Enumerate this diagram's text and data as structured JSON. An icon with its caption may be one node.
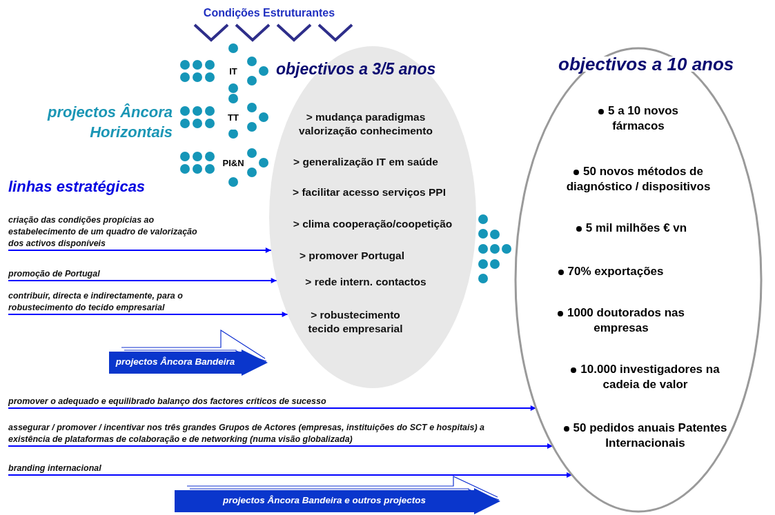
{
  "diagram": {
    "nodes": [
      {
        "text": [
          "IT"
        ]
      },
      {
        "text": [
          "TT"
        ]
      },
      {
        "text": [
          "PI&N"
        ]
      },
      {
        "text": [
          "objectivos a 3/5 anos",
          "> mudança paradigmas valorização conhecimento",
          "> generalização IT em saúde",
          "> facilitar acesso serviços PPI",
          "> clima cooperação/coopetição",
          "> promover Portugal",
          "> rede intern. contactos",
          "> robustecimento tecido empresarial"
        ]
      },
      {
        "text": [
          "objectivos a 10 anos",
          "5 a 10 novos fármacos",
          "50 novos métodos de diagnóstico / dispositivos",
          "5 mil milhões € vn",
          "70% exportações",
          "1000 doutorados nas empresas",
          "10.000 investigadores na cadeia de valor",
          "50 pedidos anuais Patentes Internacionais"
        ]
      },
      {
        "text": [
          "criação das condições propícias ao estabelecimento de um quadro de valorização dos activos disponíveis"
        ]
      },
      {
        "text": [
          "promoção de Portugal"
        ]
      },
      {
        "text": [
          "contribuir, directa e indirectamente, para o robustecimento do tecido empresarial"
        ]
      },
      {
        "text": [
          "projectos Âncora Bandeira"
        ]
      },
      {
        "text": [
          "promover o adequado e equilibrado balanço dos factores críticos de sucesso"
        ]
      },
      {
        "text": [
          "assegurar / promover / incentivar nos três grandes Grupos de Actores (empresas, instituições do SCT e hospitais) a existência de plataformas de colaboração e de networking (numa visão globalizada)"
        ]
      },
      {
        "text": [
          "branding internacional"
        ]
      },
      {
        "text": [
          "projectos Âncora Bandeira e outros projectos"
        ]
      }
    ],
    "edges": [
      {
        "from": 5,
        "to": 3,
        "arrow": "to"
      },
      {
        "from": 6,
        "to": 3,
        "arrow": "to"
      },
      {
        "from": 7,
        "to": 3,
        "arrow": "to"
      },
      {
        "from": 9,
        "to": 4,
        "arrow": "to"
      },
      {
        "from": 10,
        "to": 4,
        "arrow": "to"
      },
      {
        "from": 11,
        "to": 4,
        "arrow": "to"
      }
    ],
    "labels": [
      "Condições Estruturantes",
      "projectos Âncora Horizontais",
      "linhas estratégicas"
    ]
  }
}
